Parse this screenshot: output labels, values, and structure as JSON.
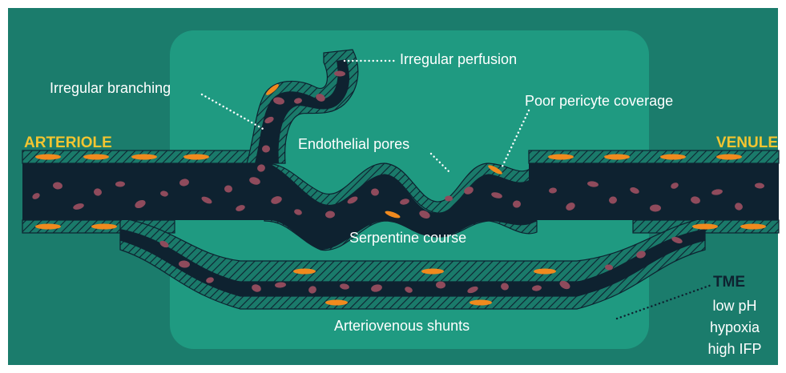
{
  "colors": {
    "background": "#1b7c6c",
    "tumor_region": "#1f9a81",
    "vessel_lumen": "#0e2230",
    "vessel_wall": "#1a7a6a",
    "pericyte": "#f08a1e",
    "blood_cell": "#8f4b5c",
    "label_text": "#ffffff",
    "vessel_type_text": "#f2c531",
    "tme_title_text": "#0e2230"
  },
  "labels": {
    "arteriole": "ARTERIOLE",
    "venule": "VENULE",
    "irregular_perfusion": "Irregular perfusion",
    "irregular_branching": "Irregular branching",
    "poor_pericyte_coverage": "Poor pericyte coverage",
    "endothelial_pores": "Endothelial pores",
    "serpentine_course": "Serpentine course",
    "arteriovenous_shunts": "Arteriovenous shunts"
  },
  "tme": {
    "title": "TME",
    "items": [
      "low pH",
      "hypoxia",
      "high IFP"
    ]
  },
  "icons": {
    "blood_cell": "blood-cell-icon",
    "pericyte": "pericyte-icon"
  }
}
